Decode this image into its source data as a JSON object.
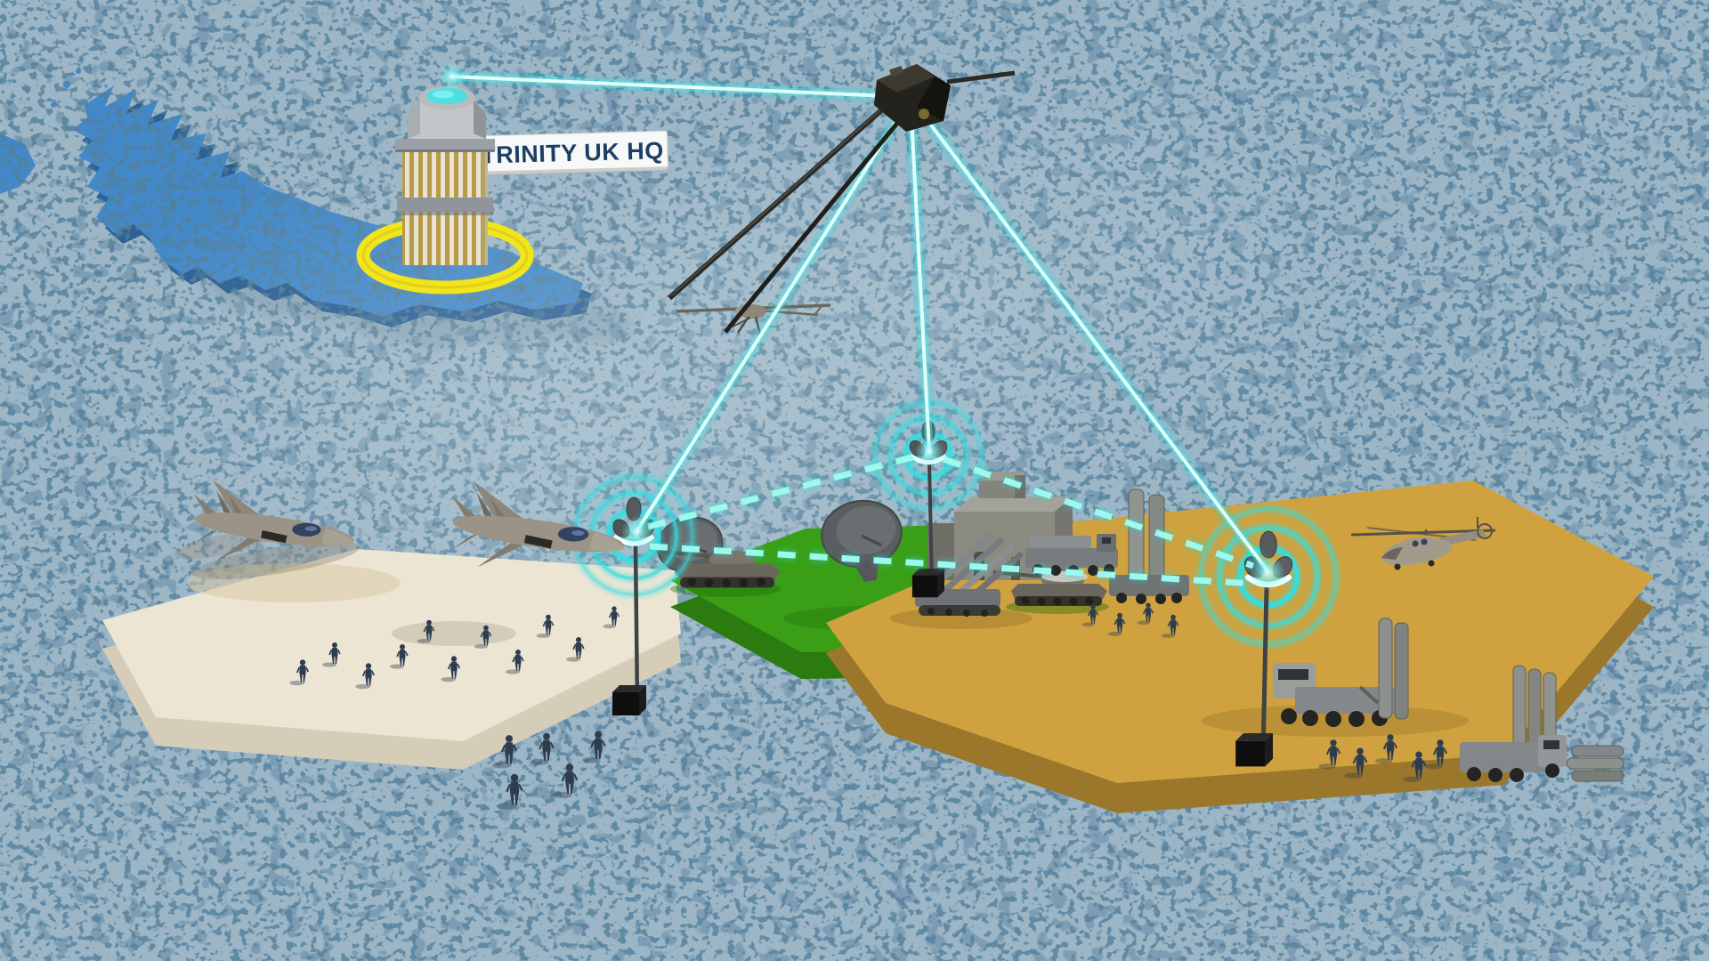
{
  "diagram": {
    "hq_label": "TRINITY UK HQ",
    "colors": {
      "background": "#9db6c6",
      "speckle": "#527e9b",
      "map_fill": "#4389c9",
      "map_side": "#2d6094",
      "map_shadow": "#7d98a8",
      "beam_core": "#dffffb",
      "beam_mid": "#55e9e9",
      "beam_glow": "#27ccd6",
      "dash_link": "#9cf9ec",
      "dash_glow": "#2cd8d8",
      "antenna_glow": "#35dde0",
      "platform_white_top": "#ece5d4",
      "platform_white_side": "#d6cdb8",
      "platform_green_top": "#3a9e17",
      "platform_green_side": "#2c7b10",
      "platform_tan_top": "#cfa23f",
      "platform_tan_side": "#9a772b",
      "ring_yellow": "#f2e41d",
      "label_bg": "#f7f9f8",
      "label_text": "#1d3f63",
      "tower_stripe": "#b89b4a",
      "tower_stripe_bg": "#e9e3d2",
      "helipad_cyan": "#49e0e2"
    },
    "nodes": [
      {
        "id": "satellite",
        "kind": "military-communications-satellite"
      },
      {
        "id": "trinity-uk-hq",
        "kind": "headquarters-building",
        "label": "TRINITY UK HQ"
      },
      {
        "id": "uk-map",
        "kind": "great-britain-map"
      },
      {
        "id": "surveillance-drone",
        "kind": "uav"
      },
      {
        "id": "f35-jet-rear",
        "kind": "fighter-jet"
      },
      {
        "id": "f35-jet-front",
        "kind": "fighter-jet"
      },
      {
        "id": "helicopter",
        "kind": "transport-helicopter"
      },
      {
        "id": "relay-antenna-left",
        "kind": "tactical-relay-antenna"
      },
      {
        "id": "relay-antenna-centre",
        "kind": "tactical-relay-antenna"
      },
      {
        "id": "relay-antenna-right",
        "kind": "tactical-relay-antenna"
      },
      {
        "id": "platform-infantry",
        "kind": "hex-terrain-white",
        "units": "soldiers, fighter jets overhead"
      },
      {
        "id": "platform-armour",
        "kind": "hex-terrain-green",
        "units": "tanks, satellite dishes, field building"
      },
      {
        "id": "platform-air-defence",
        "kind": "hex-terrain-tan",
        "units": "missile launchers, TEL trucks, soldiers"
      }
    ],
    "links": {
      "satellite_beams": [
        {
          "from": "satellite",
          "to": "trinity-uk-hq",
          "style": "solid-beam"
        },
        {
          "from": "satellite",
          "to": "relay-antenna-left",
          "style": "solid-beam"
        },
        {
          "from": "satellite",
          "to": "relay-antenna-centre",
          "style": "solid-beam"
        },
        {
          "from": "satellite",
          "to": "relay-antenna-right",
          "style": "solid-beam"
        }
      ],
      "mesh_links": [
        {
          "from": "relay-antenna-left",
          "to": "relay-antenna-centre",
          "style": "dashed"
        },
        {
          "from": "relay-antenna-centre",
          "to": "relay-antenna-right",
          "style": "dashed"
        },
        {
          "from": "relay-antenna-left",
          "to": "relay-antenna-right",
          "style": "dashed"
        }
      ]
    }
  }
}
